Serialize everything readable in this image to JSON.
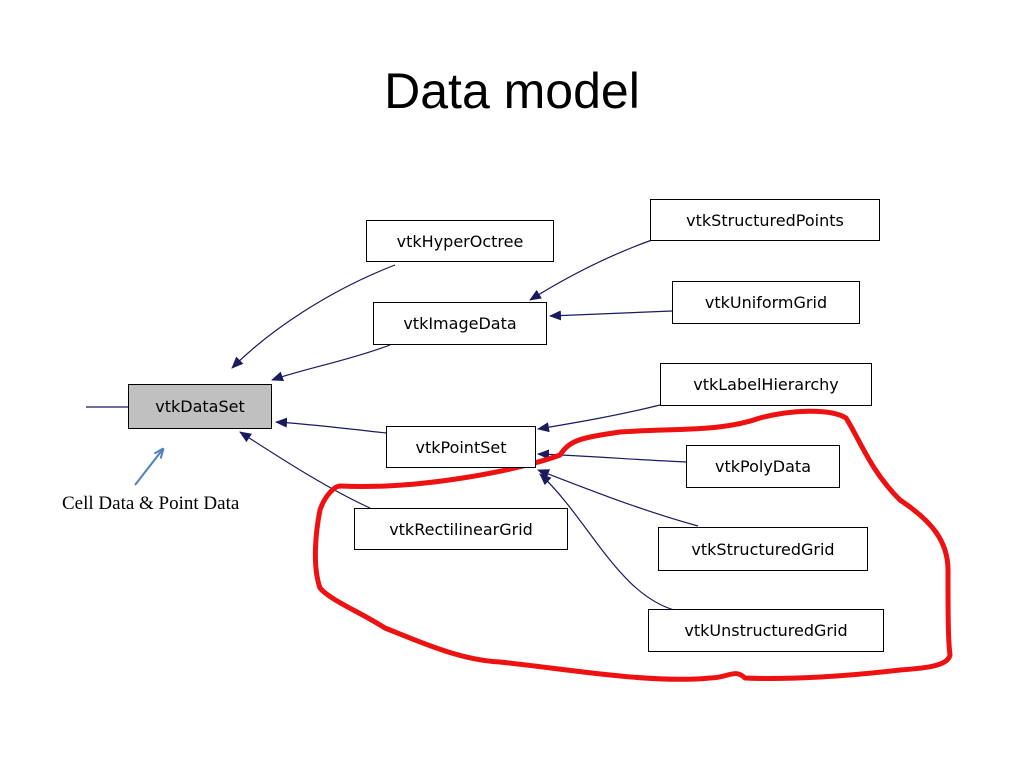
{
  "slide": {
    "title": "Data model"
  },
  "diagram": {
    "root": "vtkDataSet",
    "nodes": {
      "dataset": "vtkDataSet",
      "hyperoctree": "vtkHyperOctree",
      "imagedata": "vtkImageData",
      "pointset": "vtkPointSet",
      "rectilineargrid": "vtkRectilinearGrid",
      "structuredpoints": "vtkStructuredPoints",
      "uniformgrid": "vtkUniformGrid",
      "labelhierarchy": "vtkLabelHierarchy",
      "polydata": "vtkPolyData",
      "structuredgrid": "vtkStructuredGrid",
      "unstructuredgrid": "vtkUnstructuredGrid"
    },
    "inheritance": [
      {
        "child": "vtkHyperOctree",
        "parent": "vtkDataSet"
      },
      {
        "child": "vtkImageData",
        "parent": "vtkDataSet"
      },
      {
        "child": "vtkPointSet",
        "parent": "vtkDataSet"
      },
      {
        "child": "vtkRectilinearGrid",
        "parent": "vtkDataSet"
      },
      {
        "child": "vtkStructuredPoints",
        "parent": "vtkImageData"
      },
      {
        "child": "vtkUniformGrid",
        "parent": "vtkImageData"
      },
      {
        "child": "vtkLabelHierarchy",
        "parent": "vtkPointSet"
      },
      {
        "child": "vtkPolyData",
        "parent": "vtkPointSet"
      },
      {
        "child": "vtkStructuredGrid",
        "parent": "vtkPointSet"
      },
      {
        "child": "vtkUnstructuredGrid",
        "parent": "vtkPointSet"
      }
    ],
    "edge_color": "#1a1a5e",
    "root_fill": "#c0c0c0"
  },
  "annotation": {
    "text": "Cell Data & Point Data",
    "arrow_color": "#4f81bd"
  },
  "highlight": {
    "color": "#ee1111",
    "encloses": [
      "vtkPolyData",
      "vtkStructuredGrid",
      "vtkUnstructuredGrid",
      "vtkRectilinearGrid"
    ]
  }
}
